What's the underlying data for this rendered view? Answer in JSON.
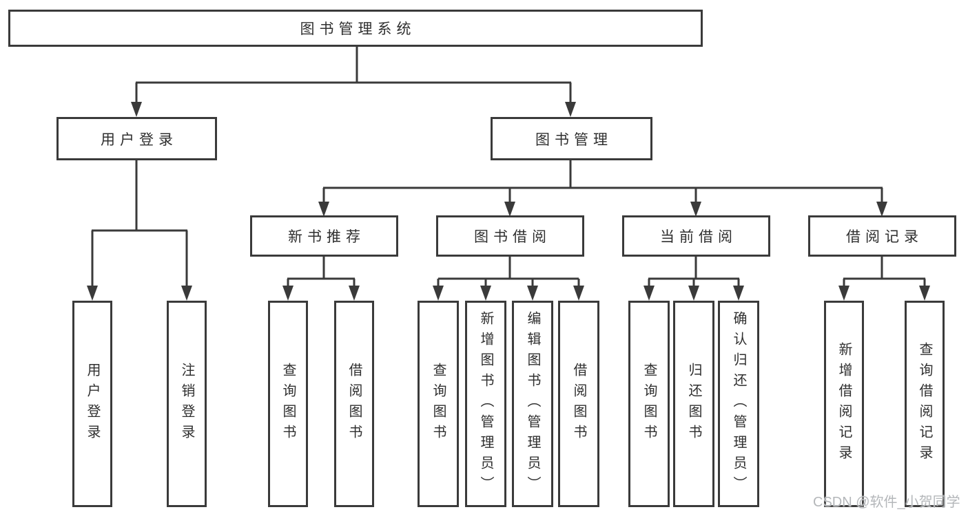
{
  "tree": {
    "label": "图书管理系统",
    "children": [
      {
        "label": "用户登录",
        "children": [
          {
            "label": "用户登录"
          },
          {
            "label": "注销登录"
          }
        ]
      },
      {
        "label": "图书管理",
        "children": [
          {
            "label": "新书推荐",
            "children": [
              {
                "label": "查询图书"
              },
              {
                "label": "借阅图书"
              }
            ]
          },
          {
            "label": "图书借阅",
            "children": [
              {
                "label": "查询图书"
              },
              {
                "label": "新增图书（管理员）"
              },
              {
                "label": "编辑图书（管理员）"
              },
              {
                "label": "借阅图书"
              }
            ]
          },
          {
            "label": "当前借阅",
            "children": [
              {
                "label": "查询图书"
              },
              {
                "label": "归还图书"
              },
              {
                "label": "确认归还（管理员）"
              }
            ]
          },
          {
            "label": "借阅记录",
            "children": [
              {
                "label": "新增借阅记录"
              },
              {
                "label": "查询借阅记录"
              }
            ]
          }
        ]
      }
    ]
  },
  "watermark": "CSDN @软件_小贺同学",
  "colors": {
    "line": "#3a3a3a",
    "box_border": "#3a3a3a",
    "text": "#2f2f2f",
    "watermark": "#b4b7ba",
    "background": "#ffffff"
  }
}
